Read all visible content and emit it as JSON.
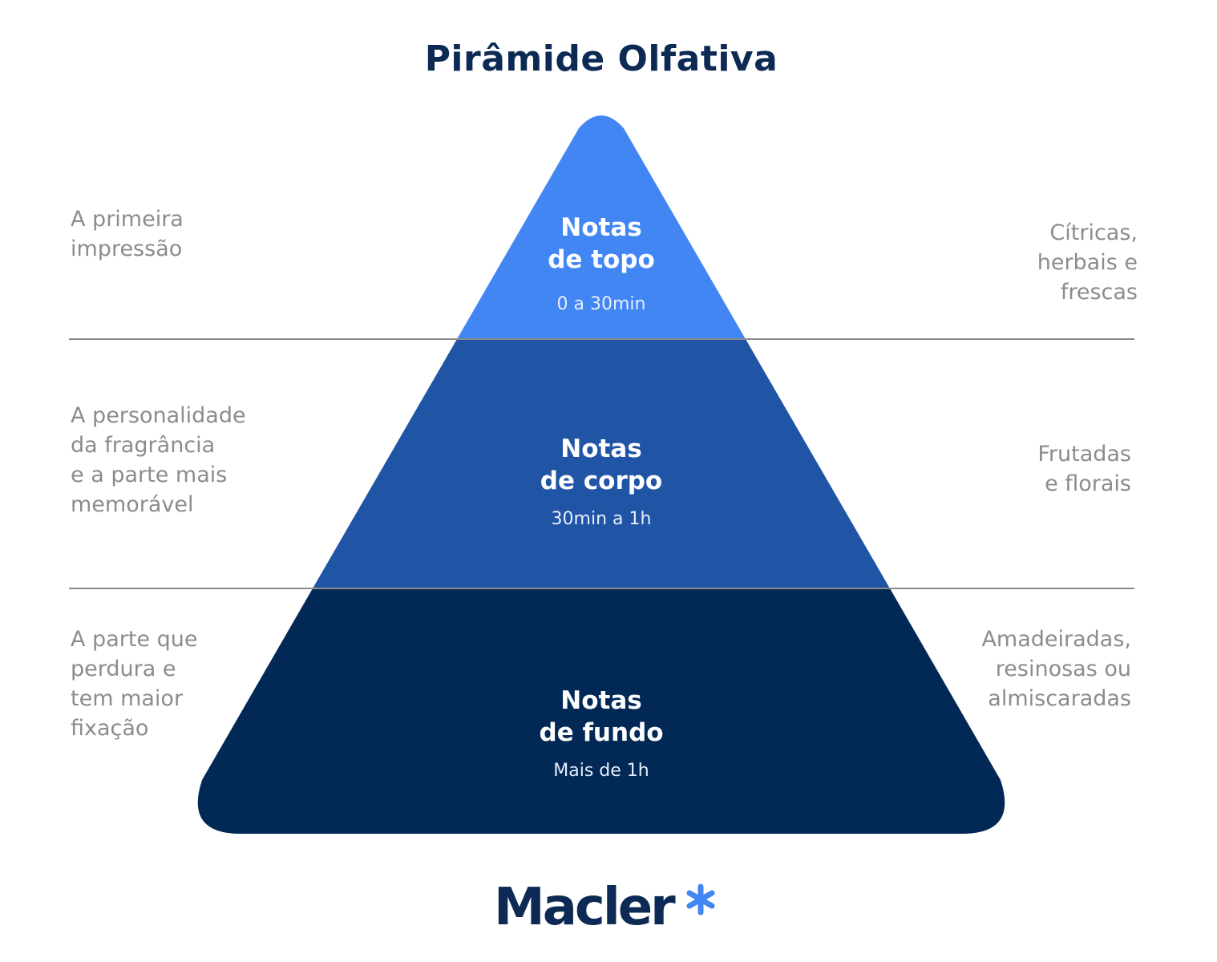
{
  "title": "Pirâmide Olfativa",
  "colors": {
    "top": "#4286f4",
    "middle": "#2055a5",
    "base": "#022855",
    "title": "#0d2a55",
    "side_text": "#8c8c8c",
    "divider": "#8a8a8a",
    "logo_star": "#4286f4"
  },
  "tiers": [
    {
      "name": "Notas\nde topo",
      "time": "0 a 30min",
      "left_text": "A primeira\nimpressão",
      "right_text": "Cítricas,\nherbais e\nfrescas"
    },
    {
      "name": "Notas\nde corpo",
      "time": "30min a 1h",
      "left_text": "A personalidade\nda fragrância\ne a parte mais\nmemorável",
      "right_text": "Frutadas\ne florais"
    },
    {
      "name": "Notas\nde fundo",
      "time": "Mais de 1h",
      "left_text": "A parte que\nperdura e\ntem maior\nfixação",
      "right_text": "Amadeiradas,\nresinosas ou\nalmiscaradas"
    }
  ],
  "logo": {
    "text": "Macler",
    "icon": "asterisk-icon"
  }
}
